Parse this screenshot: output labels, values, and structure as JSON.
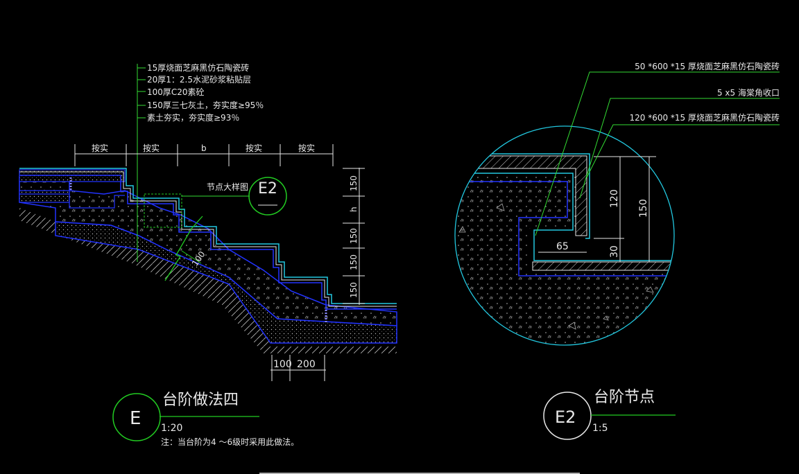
{
  "colors": {
    "background": "#000000",
    "line_white": "#e8e8e8",
    "line_green": "#22cc22",
    "line_blue": "#1a1aff",
    "line_cyan": "#22c8e0",
    "leader_green": "#33dd33"
  },
  "detail_e": {
    "layers": [
      "15厚烧面芝麻黑仿石陶瓷砖",
      "20厚1：2.5水泥砂浆粘贴层",
      "100厚C20素砼",
      "150厚三七灰土，夯实度≥95％",
      "素土夯实，夯实度≥93％"
    ],
    "top_dims": [
      "按实",
      "按实",
      "b",
      "按实",
      "按实"
    ],
    "right_dims": [
      "150",
      "h",
      "150",
      "150",
      "150"
    ],
    "bottom_dims": [
      "100",
      "200"
    ],
    "slab_dim": "100",
    "callout_label": "节点大样图",
    "callout_id": "E2",
    "title": "台阶做法四",
    "id": "E",
    "scale": "1:20",
    "note": "注：当台阶为4 ～6级时采用此做法。"
  },
  "detail_e2": {
    "labels": [
      "50 *600 *15 厚烧面芝麻黑仿石陶瓷砖",
      "5 x5 海棠角收口",
      "120 *600 *15 厚烧面芝麻黑仿石陶瓷砖"
    ],
    "dims": {
      "riser_h": "120",
      "total_h": "150",
      "base_h": "30",
      "nose_w": "65"
    },
    "title": "台阶节点",
    "id": "E2",
    "scale": "1:5"
  }
}
